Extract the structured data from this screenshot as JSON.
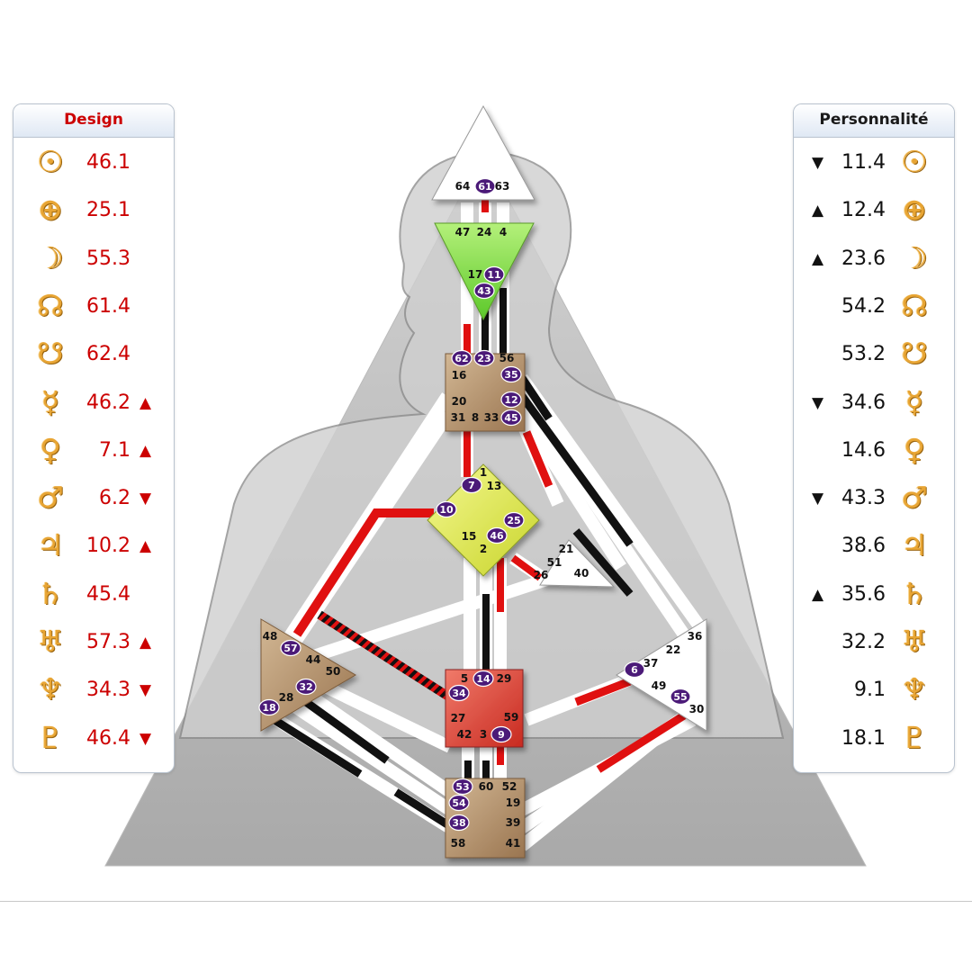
{
  "design": {
    "title": "Design",
    "rows": [
      {
        "planet": "Sun",
        "glyph": "☉",
        "value": "46.1",
        "arrow": ""
      },
      {
        "planet": "Earth",
        "glyph": "⊕",
        "value": "25.1",
        "arrow": ""
      },
      {
        "planet": "Moon",
        "glyph": "☽",
        "value": "55.3",
        "arrow": ""
      },
      {
        "planet": "North Node",
        "glyph": "☊",
        "value": "61.4",
        "arrow": ""
      },
      {
        "planet": "South Node",
        "glyph": "☋",
        "value": "62.4",
        "arrow": ""
      },
      {
        "planet": "Mercury",
        "glyph": "☿",
        "value": "46.2",
        "arrow": "▲"
      },
      {
        "planet": "Venus",
        "glyph": "♀",
        "value": "7.1",
        "arrow": "▲"
      },
      {
        "planet": "Mars",
        "glyph": "♂",
        "value": "6.2",
        "arrow": "▼"
      },
      {
        "planet": "Jupiter",
        "glyph": "♃",
        "value": "10.2",
        "arrow": "▲"
      },
      {
        "planet": "Saturn",
        "glyph": "♄",
        "value": "45.4",
        "arrow": ""
      },
      {
        "planet": "Uranus",
        "glyph": "♅",
        "value": "57.3",
        "arrow": "▲"
      },
      {
        "planet": "Neptune",
        "glyph": "♆",
        "value": "34.3",
        "arrow": "▼"
      },
      {
        "planet": "Pluto",
        "glyph": "♇",
        "value": "46.4",
        "arrow": "▼"
      }
    ]
  },
  "personality": {
    "title": "Personnalité",
    "rows": [
      {
        "planet": "Sun",
        "glyph": "☉",
        "value": "11.4",
        "arrow": "▼"
      },
      {
        "planet": "Earth",
        "glyph": "⊕",
        "value": "12.4",
        "arrow": "▲"
      },
      {
        "planet": "Moon",
        "glyph": "☽",
        "value": "23.6",
        "arrow": "▲"
      },
      {
        "planet": "North Node",
        "glyph": "☊",
        "value": "54.2",
        "arrow": ""
      },
      {
        "planet": "South Node",
        "glyph": "☋",
        "value": "53.2",
        "arrow": ""
      },
      {
        "planet": "Mercury",
        "glyph": "☿",
        "value": "34.6",
        "arrow": "▼"
      },
      {
        "planet": "Venus",
        "glyph": "♀",
        "value": "14.6",
        "arrow": ""
      },
      {
        "planet": "Mars",
        "glyph": "♂",
        "value": "43.3",
        "arrow": "▼"
      },
      {
        "planet": "Jupiter",
        "glyph": "♃",
        "value": "38.6",
        "arrow": ""
      },
      {
        "planet": "Saturn",
        "glyph": "♄",
        "value": "35.6",
        "arrow": "▲"
      },
      {
        "planet": "Uranus",
        "glyph": "♅",
        "value": "32.2",
        "arrow": ""
      },
      {
        "planet": "Neptune",
        "glyph": "♆",
        "value": "9.1",
        "arrow": ""
      },
      {
        "planet": "Pluto",
        "glyph": "♇",
        "value": "18.1",
        "arrow": ""
      }
    ]
  },
  "colors": {
    "design_red": "#e01010",
    "personality_black": "#111111",
    "badge_purple": "#4b1a78",
    "planet_gold": "#e8a534",
    "head_white": "#ffffff",
    "ajna_green": "#8fe04a",
    "throat_brown": "#b4906a",
    "g_yellow": "#e8f04a",
    "sacral_red": "#e04a3a"
  },
  "centers": {
    "head": {
      "name": "Head",
      "defined": false,
      "gates": [
        "64",
        "61",
        "63"
      ]
    },
    "ajna": {
      "name": "Ajna",
      "defined": true,
      "gates": [
        "47",
        "24",
        "4",
        "17",
        "11",
        "43"
      ]
    },
    "throat": {
      "name": "Throat",
      "defined": true,
      "gates": [
        "62",
        "23",
        "56",
        "16",
        "35",
        "20",
        "12",
        "31",
        "8",
        "33",
        "45"
      ]
    },
    "g": {
      "name": "G",
      "defined": true,
      "gates": [
        "1",
        "7",
        "13",
        "10",
        "25",
        "46",
        "15",
        "2"
      ]
    },
    "heart": {
      "name": "Heart",
      "defined": false,
      "gates": [
        "21",
        "51",
        "26",
        "40"
      ]
    },
    "spleen": {
      "name": "Spleen",
      "defined": true,
      "gates": [
        "48",
        "57",
        "44",
        "50",
        "32",
        "28",
        "18"
      ]
    },
    "sacral": {
      "name": "Sacral",
      "defined": true,
      "gates": [
        "5",
        "14",
        "29",
        "34",
        "27",
        "59",
        "42",
        "3",
        "9"
      ]
    },
    "solar_plexus": {
      "name": "Solar Plexus",
      "defined": false,
      "gates": [
        "36",
        "22",
        "37",
        "6",
        "49",
        "55",
        "30"
      ]
    },
    "root": {
      "name": "Root",
      "defined": true,
      "gates": [
        "53",
        "60",
        "52",
        "54",
        "19",
        "38",
        "39",
        "58",
        "41"
      ]
    }
  },
  "activated_gates": [
    "61",
    "11",
    "43",
    "62",
    "23",
    "35",
    "12",
    "45",
    "7",
    "10",
    "25",
    "46",
    "57",
    "32",
    "18",
    "14",
    "34",
    "9",
    "6",
    "55",
    "53",
    "54",
    "38"
  ]
}
